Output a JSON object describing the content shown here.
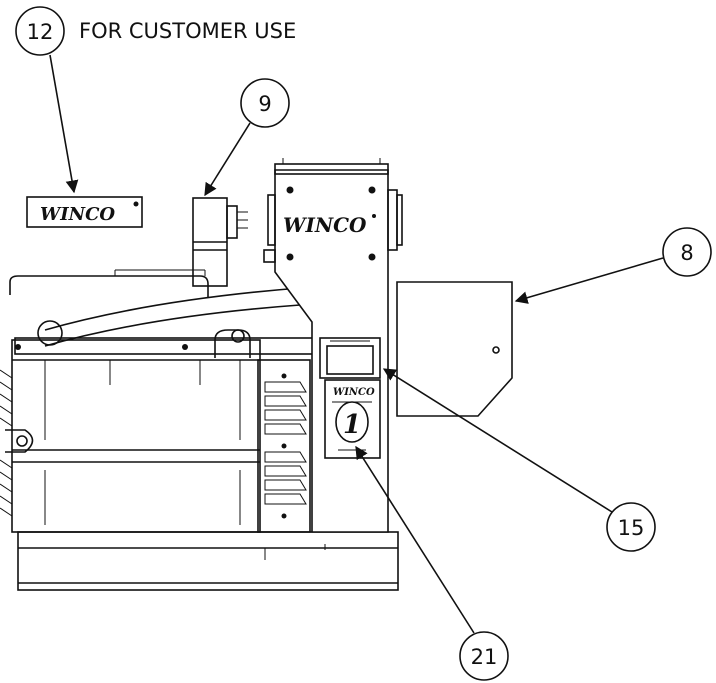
{
  "callouts": {
    "c12": "12",
    "c9": "9",
    "c8": "8",
    "c15": "15",
    "c21": "21"
  },
  "caption": "FOR CUSTOMER USE",
  "logo": {
    "brand": "WINCO"
  }
}
